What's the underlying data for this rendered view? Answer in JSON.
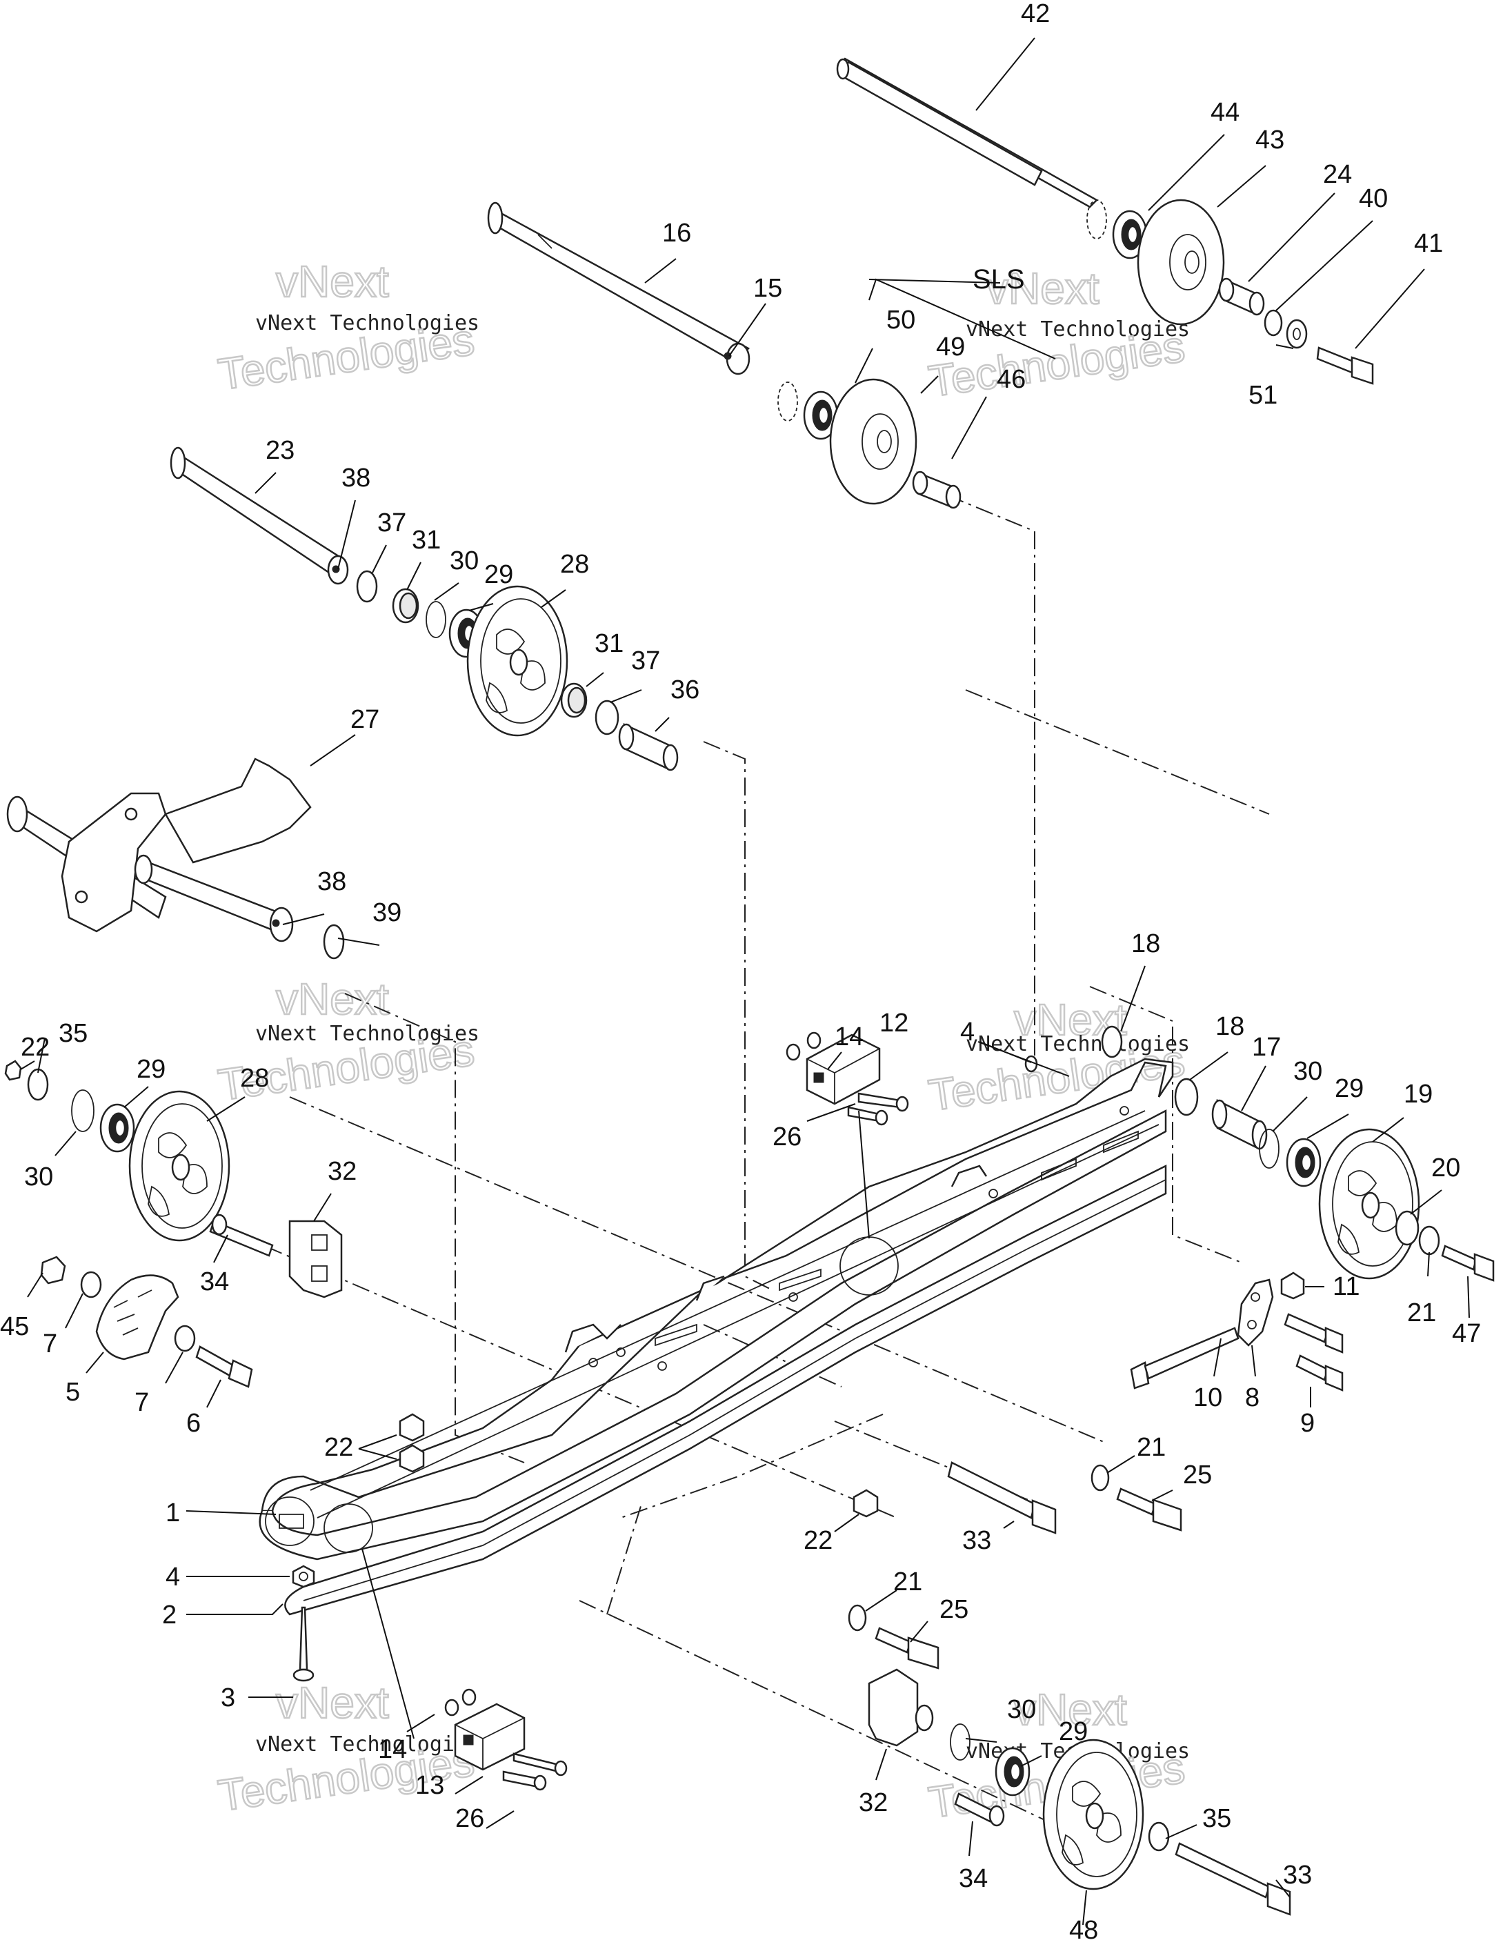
{
  "diagram": {
    "callouts": [
      "42",
      "44",
      "43",
      "24",
      "40",
      "41",
      "16",
      "15",
      "SLS",
      "50",
      "49",
      "46",
      "51",
      "23",
      "38",
      "37",
      "31",
      "30",
      "29",
      "28",
      "31",
      "37",
      "36",
      "27",
      "38",
      "39",
      "22",
      "35",
      "29",
      "28",
      "30",
      "32",
      "34",
      "45",
      "7",
      "5",
      "7",
      "6",
      "14",
      "12",
      "26",
      "4",
      "18",
      "18",
      "17",
      "30",
      "29",
      "19",
      "20",
      "11",
      "21",
      "47",
      "10",
      "8",
      "9",
      "22",
      "21",
      "25",
      "1",
      "22",
      "33",
      "4",
      "2",
      "21",
      "25",
      "3",
      "14",
      "13",
      "26",
      "32",
      "30",
      "29",
      "34",
      "35",
      "33",
      "48"
    ],
    "watermark_small": "vNext Technologies",
    "watermark_large": "Technologies",
    "watermark_overlay": "vNext"
  }
}
